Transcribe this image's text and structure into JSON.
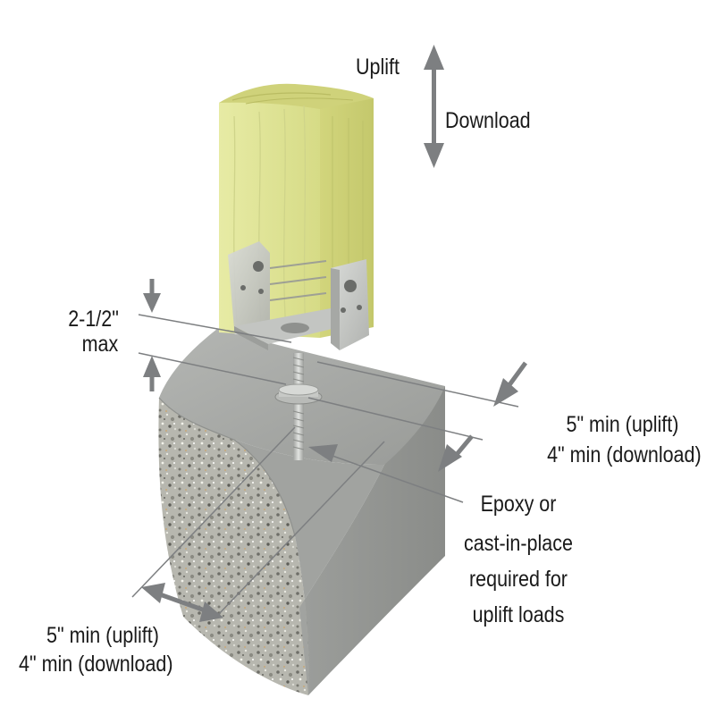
{
  "labels": {
    "uplift": "Uplift",
    "download": "Download",
    "standoff_value": "2-1/2\"",
    "standoff_suffix": "max",
    "edge_right_line1": "5\" min (uplift)",
    "edge_right_line2": "4\" min (download)",
    "epoxy_line1": "Epoxy or",
    "epoxy_line2": "cast-in-place",
    "epoxy_line3": "required for",
    "epoxy_line4": "uplift loads",
    "edge_front_line1": "5\" min (uplift)",
    "edge_front_line2": "4\" min (download)"
  },
  "colors": {
    "arrow": "#7d7f81",
    "wood": "#e2e69a",
    "wood_shade": "#c8cd74",
    "concrete": "#a6a8a5",
    "aggregate": "#bdbdb5",
    "steel": "#c3c5c2"
  }
}
